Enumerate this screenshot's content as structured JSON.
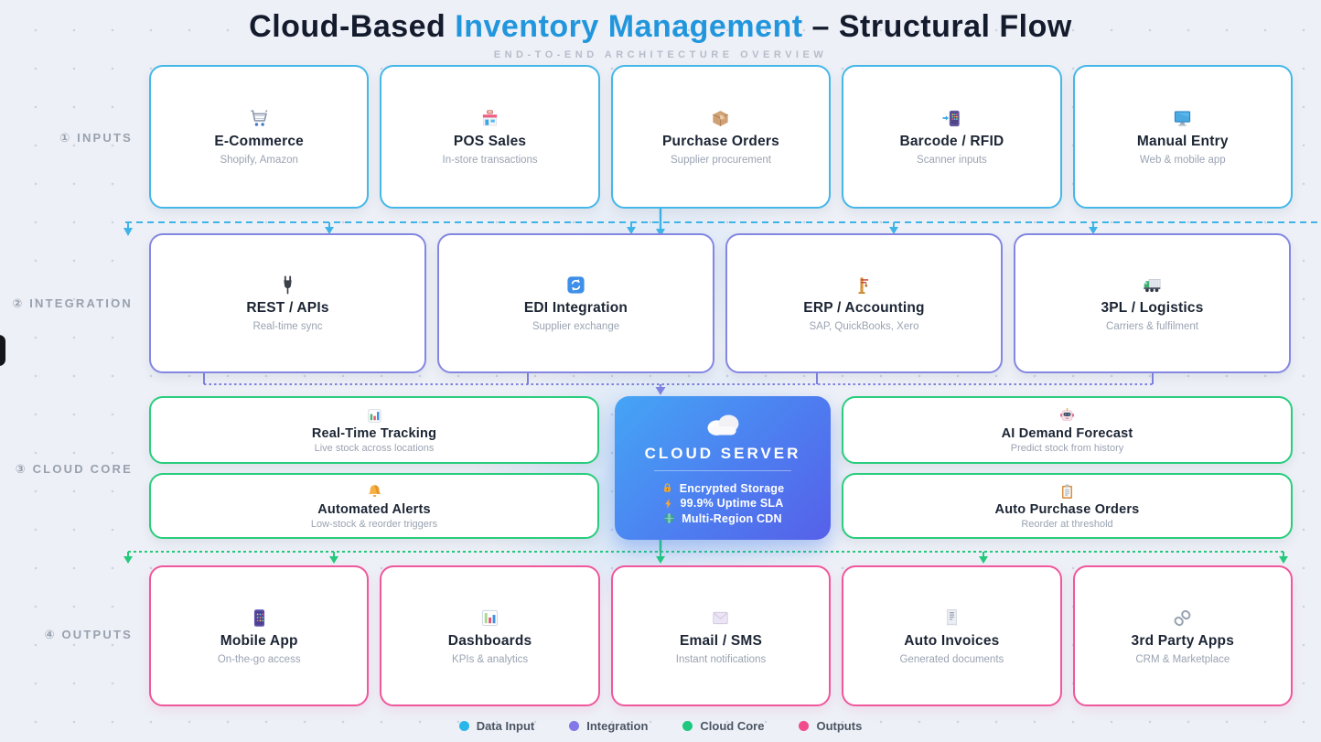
{
  "page": {
    "title_prefix": "Cloud-Based ",
    "title_highlight": "Inventory Management",
    "title_suffix": " – Structural Flow",
    "subtitle": "END-TO-END ARCHITECTURE OVERVIEW"
  },
  "rail": {
    "inputs": "① INPUTS",
    "integration": "② INTEGRATION",
    "cloud_core": "③ CLOUD CORE",
    "outputs": "④ OUTPUTS"
  },
  "inputs": {
    "items": [
      {
        "icon": "shopping-cart-icon",
        "title": "E-Commerce",
        "subtitle": "Shopify, Amazon"
      },
      {
        "icon": "store-icon",
        "title": "POS Sales",
        "subtitle": "In-store transactions"
      },
      {
        "icon": "package-icon",
        "title": "Purchase Orders",
        "subtitle": "Supplier procurement"
      },
      {
        "icon": "barcode-scan-icon",
        "title": "Barcode / RFID",
        "subtitle": "Scanner inputs"
      },
      {
        "icon": "desktop-icon",
        "title": "Manual Entry",
        "subtitle": "Web & mobile app"
      }
    ]
  },
  "integration": {
    "items": [
      {
        "icon": "plug-icon",
        "title": "REST / APIs",
        "subtitle": "Real-time sync"
      },
      {
        "icon": "sync-icon",
        "title": "EDI Integration",
        "subtitle": "Supplier exchange"
      },
      {
        "icon": "construction-icon",
        "title": "ERP / Accounting",
        "subtitle": "SAP, QuickBooks, Xero"
      },
      {
        "icon": "truck-icon",
        "title": "3PL / Logistics",
        "subtitle": "Carriers & fulfilment"
      }
    ]
  },
  "cloud_core": {
    "left": [
      {
        "icon": "bar-chart-icon",
        "title": "Real-Time Tracking",
        "subtitle": "Live stock across locations"
      },
      {
        "icon": "bell-icon",
        "title": "Automated Alerts",
        "subtitle": "Low-stock & reorder triggers"
      }
    ],
    "server": {
      "icon": "cloud-icon",
      "title": "CLOUD SERVER",
      "features": [
        {
          "icon": "lock-icon",
          "text": "Encrypted Storage"
        },
        {
          "icon": "bolt-icon",
          "text": "99.9% Uptime SLA"
        },
        {
          "icon": "globe-icon",
          "text": "Multi-Region CDN"
        }
      ]
    },
    "right": [
      {
        "icon": "robot-icon",
        "title": "AI Demand Forecast",
        "subtitle": "Predict stock from history"
      },
      {
        "icon": "clipboard-icon",
        "title": "Auto Purchase Orders",
        "subtitle": "Reorder at threshold"
      }
    ]
  },
  "outputs": {
    "items": [
      {
        "icon": "mobile-app-icon",
        "title": "Mobile App",
        "subtitle": "On-the-go access"
      },
      {
        "icon": "dashboard-chart-icon",
        "title": "Dashboards",
        "subtitle": "KPIs & analytics"
      },
      {
        "icon": "envelope-icon",
        "title": "Email / SMS",
        "subtitle": "Instant notifications"
      },
      {
        "icon": "receipt-icon",
        "title": "Auto Invoices",
        "subtitle": "Generated documents"
      },
      {
        "icon": "link-icon",
        "title": "3rd Party Apps",
        "subtitle": "CRM & Marketplace"
      }
    ]
  },
  "legend": {
    "items": [
      {
        "label": "Data Input",
        "color": "#29b6ea"
      },
      {
        "label": "Integration",
        "color": "#8278e8"
      },
      {
        "label": "Cloud Core",
        "color": "#1fc87e"
      },
      {
        "label": "Outputs",
        "color": "#f04d8c"
      }
    ]
  },
  "colors": {
    "inputs_border": "#45b7e8",
    "integration_border": "#8487e2",
    "cloud_core_border": "#29cd7d",
    "outputs_border": "#f0579c",
    "server_gradient_start": "#45a5f5",
    "server_gradient_end": "#5660e9",
    "title_highlight": "#2196dd"
  }
}
